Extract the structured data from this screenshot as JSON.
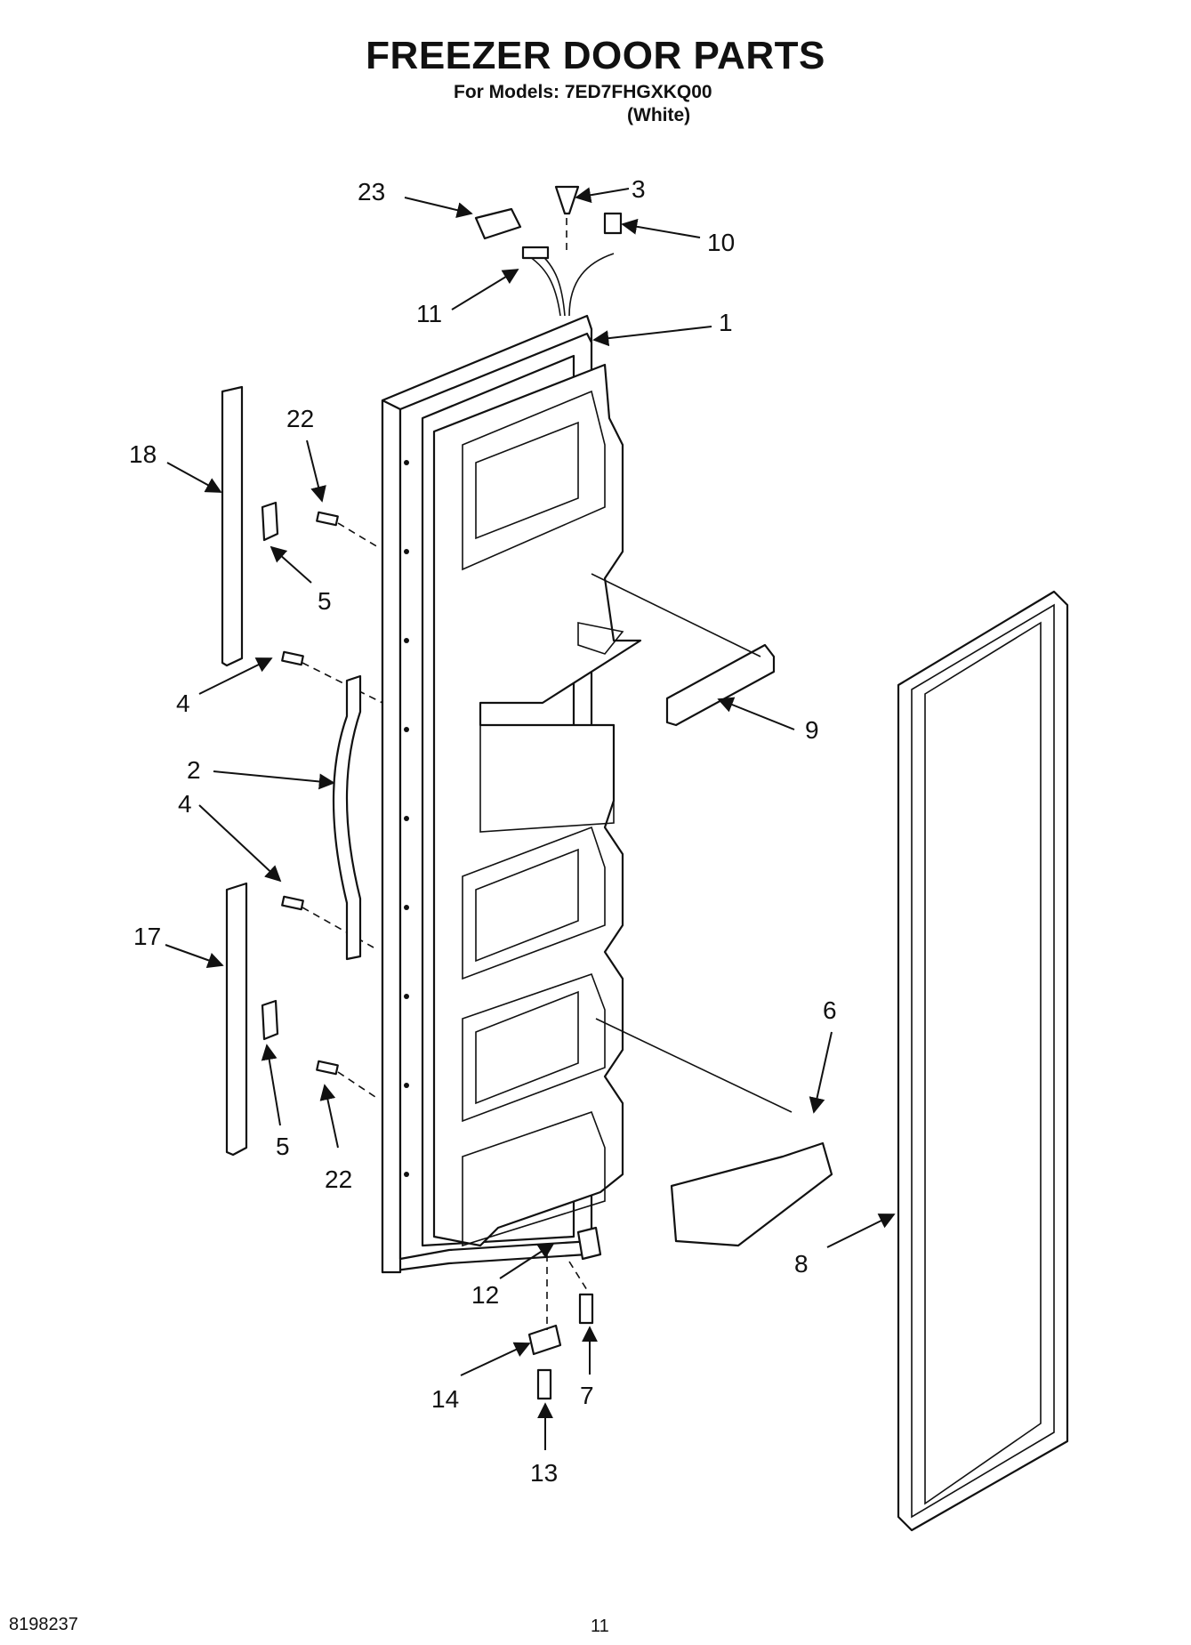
{
  "header": {
    "title": "FREEZER DOOR PARTS",
    "models_line": "For Models: 7ED7FHGXKQ00",
    "color_note": "(White)"
  },
  "footer": {
    "document_number": "8198237",
    "page_number": "11"
  },
  "callouts": [
    "1",
    "2",
    "3",
    "4",
    "4",
    "5",
    "5",
    "6",
    "7",
    "8",
    "9",
    "10",
    "11",
    "12",
    "13",
    "14",
    "17",
    "18",
    "22",
    "22",
    "23"
  ]
}
